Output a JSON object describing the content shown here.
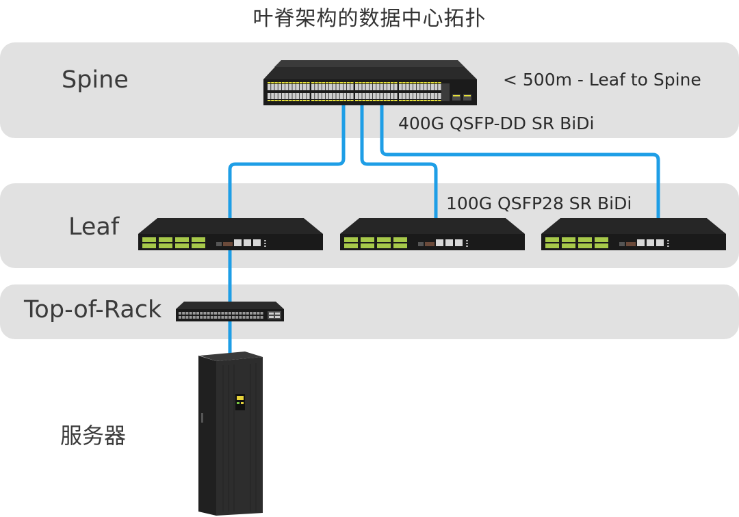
{
  "title": "叶脊架构的数据中心拓扑",
  "layers": {
    "spine": "Spine",
    "leaf": "Leaf",
    "tor": "Top-of-Rack",
    "server": "服务器"
  },
  "notes": {
    "distance": "< 500m - Leaf to Spine",
    "spine_link": "400G QSFP-DD SR BiDi",
    "leaf_link": "100G QSFP28 SR BiDi"
  },
  "colors": {
    "cable": "#1e9ee6",
    "band": "#e1e1e1",
    "port_yellow": "#e6e13a",
    "port_green": "#a7c94a"
  },
  "icons": {
    "spine_switch": "network-switch-48-port",
    "leaf_switch": "network-switch-qsfp",
    "tor_switch": "network-switch-1u",
    "server": "server-rack-cabinet"
  }
}
